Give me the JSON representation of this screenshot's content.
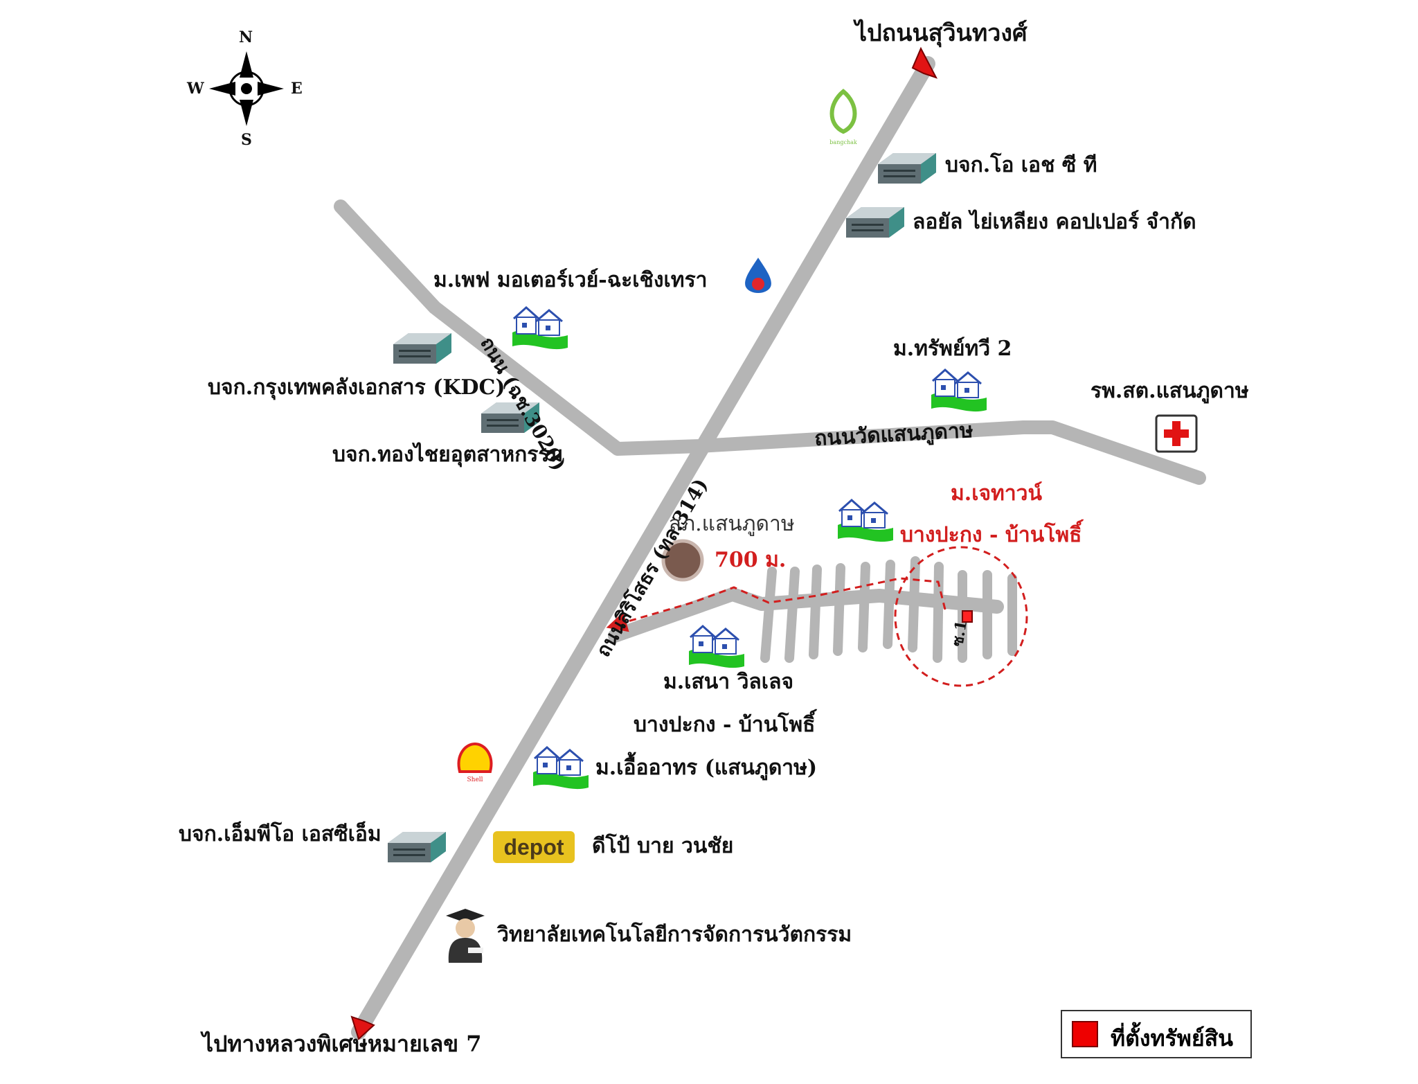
{
  "compass": {
    "n": "N",
    "s": "S",
    "e": "E",
    "w": "W"
  },
  "destinations": {
    "north": "ไปถนนสุวินทวงศ์",
    "south": "ไปทางหลวงพิเศษหมายเลข 7"
  },
  "roads": {
    "main": "ถนนสิริโสธร (ทล.314)",
    "secondary": "ถนน (ฉช.3020)",
    "east": "ถนนวัดแสนภูดาษ"
  },
  "places": {
    "oht": "บจก.โอ เอช ซี ที",
    "royal": "ลอยัล ไย่เหลียง คอปเปอร์ จำกัด",
    "perfect": "ม.เพฟ มอเตอร์เวย์-ฉะเชิงเทรา",
    "kdc": "บจก.กรุงเทพคลังเอกสาร (KDC)",
    "thongchai": "บจก.ทองไชยอุตสาหกรรม",
    "sap": "ม.ทรัพย์ทวี 2",
    "hospital": "รพ.สต.แสนภูดาษ",
    "police": "สภ.แสนภูดาษ",
    "jtown_1": "ม.เจทาวน์",
    "jtown_2": "บางปะกง - บ้านโพธิ์",
    "distance": "700 ม.",
    "sena_1": "ม.เสนา วิลเลจ",
    "sena_2": "บางปะกง - บ้านโพธิ์",
    "eua": "ม.เอื้ออาทร (แสนภูดาษ)",
    "mpo": "บจก.เอ็มพีโอ เอสซีเอ็ม",
    "depot": "ดีโป้ บาย วนชัย",
    "college": "วิทยาลัยเทคโนโลยีการจัดการนวัตกรรม",
    "soi": "ซ.1"
  },
  "logos": {
    "depot": "depot",
    "shell": "Shell",
    "bangchak": "bangchak"
  },
  "legend": {
    "label": "ที่ตั้งทรัพย์สิน",
    "color": "#ee0000"
  },
  "colors": {
    "road": "#b5b5b5",
    "route": "#d21e1e",
    "house_green": "#22c322",
    "house_blue": "#2c4fae"
  }
}
